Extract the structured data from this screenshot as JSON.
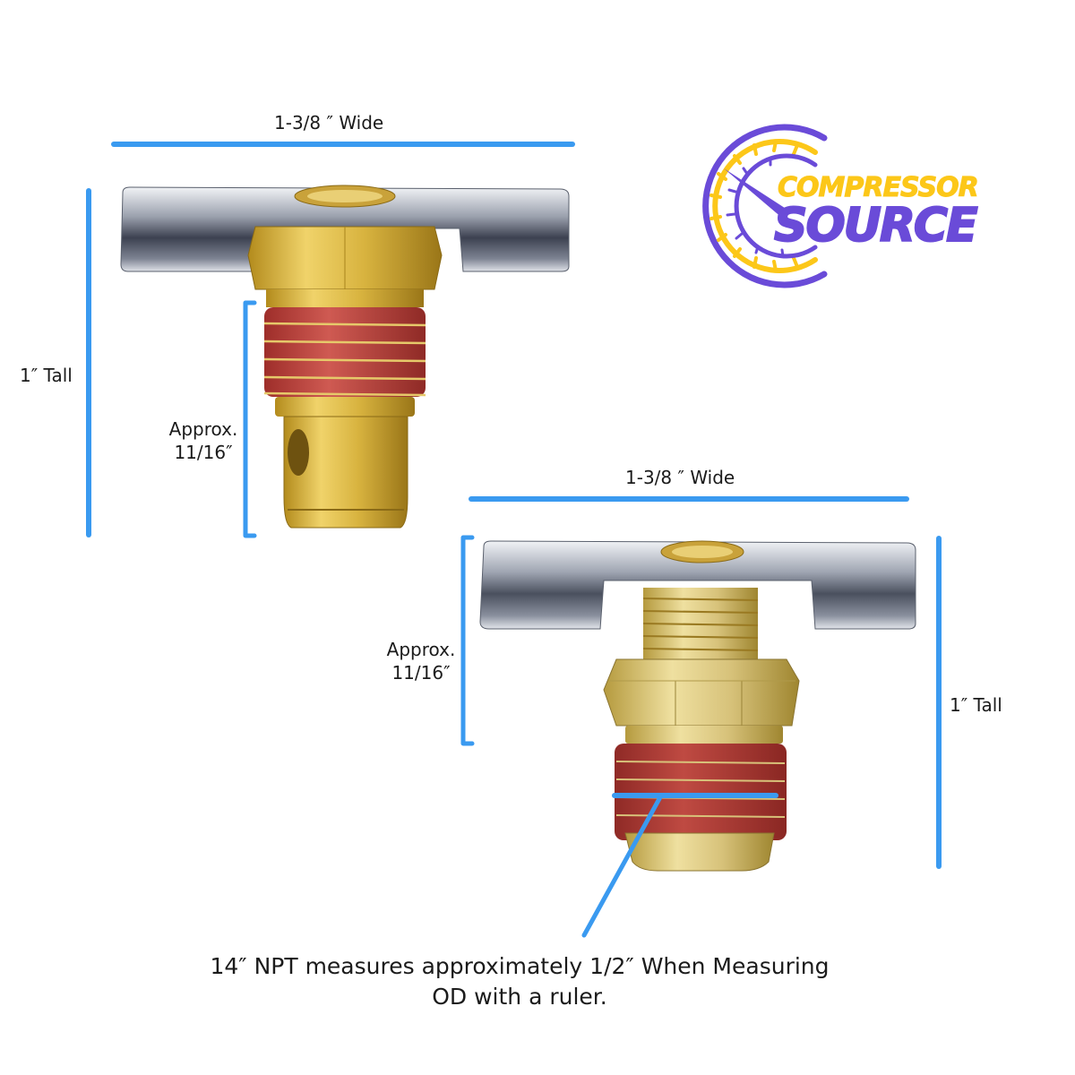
{
  "colors": {
    "dimension_line": "#3a9af0",
    "logo_purple": "#6a4bd8",
    "logo_yellow": "#fcc719",
    "chrome_light": "#e6e8ec",
    "chrome_dark": "#3c4150",
    "brass_light": "#e6c96a",
    "brass_dark": "#a8841f",
    "thread_red": "#b23a34"
  },
  "logo": {
    "line1": "COMPRESSOR",
    "line2": "SOURCE",
    "icon": "pressure-gauge-icon"
  },
  "valve_1": {
    "width_label": "1-3/8 ″ Wide",
    "height_label": "1″ Tall",
    "thread_label_line1": "Approx.",
    "thread_label_line2": "11/16″"
  },
  "valve_2": {
    "width_label": "1-3/8 ″ Wide",
    "height_label": "1″ Tall",
    "thread_label_line1": "Approx.",
    "thread_label_line2": "11/16″"
  },
  "caption": {
    "line1": "14″ NPT measures approximately 1/2″ When Measuring",
    "line2": "OD with a ruler."
  }
}
